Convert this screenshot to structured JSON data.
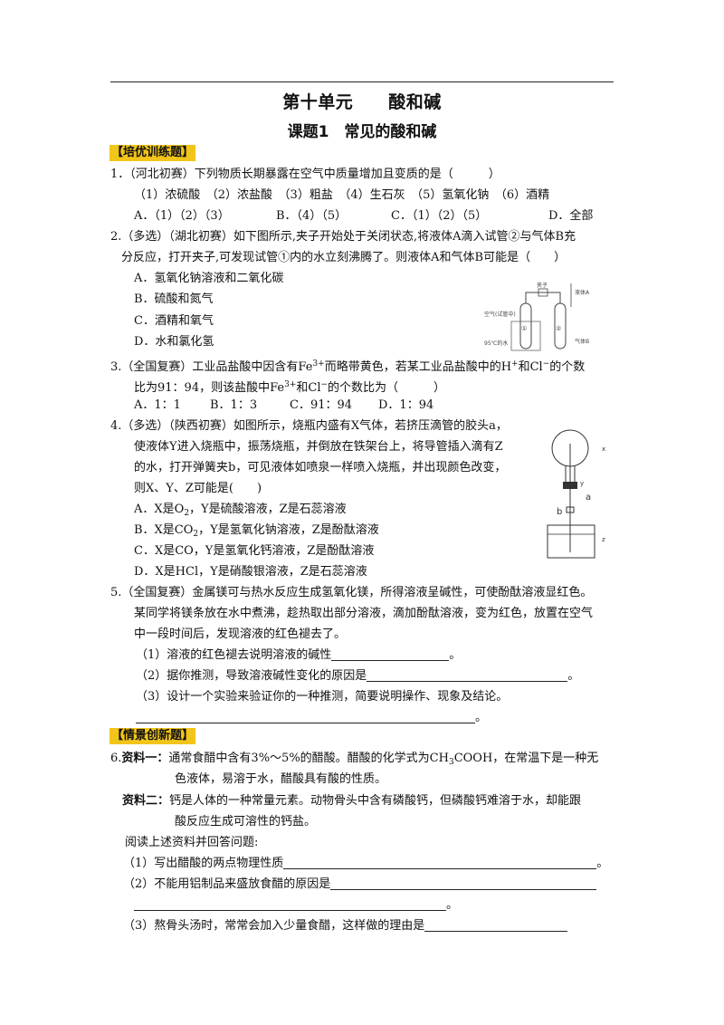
{
  "header": {
    "title": "第十单元　　酸和碱",
    "subtitle": "课题1　常见的酸和碱"
  },
  "sections": {
    "training": "【培优训练题】",
    "scenario": "【情景创新题】"
  },
  "q1": {
    "num": "1．",
    "stem": "（河北初赛）下列物质长期暴露在空气中质量增加且变质的是（　　　）",
    "items": "（1）浓硫酸　（2）浓盐酸　（3）粗盐　（4）生石灰　（5）氢氧化钠　（6）酒精",
    "a": "A．（1）（2）（3）",
    "b": "B．（4）（5）",
    "c": "C．（1）（2）（5）",
    "d": "D．全部"
  },
  "q2": {
    "num": "2.",
    "stem1": "（多选）（湖北初赛）如下图所示,夹子开始处于关闭状态,将液体A滴入试管②与气体B充",
    "stem2": "分反应，打开夹子,可发现试管①内的水立刻沸腾了。则液体A和气体B可能是（　　）",
    "a": "A．氢氧化钠溶液和二氧化碳",
    "b": "B．硫酸和氮气",
    "c": "C．酒精和氧气",
    "d": "D．水和氯化氢",
    "fig_labels": {
      "clip": "夹子",
      "liquidA": "液体A",
      "gasB": "气体B",
      "water": "95℃的水",
      "t1": "①",
      "t2": "②",
      "t1label": "空气(试管中)"
    }
  },
  "q3": {
    "num": "3.",
    "line1_a": "（全国复赛）工业品盐酸中因含有Fe",
    "line1_b": "而略带黄色，若某工业品盐酸中的H",
    "line1_c": "和Cl",
    "line1_d": "的个数",
    "sup_fe": "3+",
    "sup_h": "+",
    "sup_cl": "−",
    "line2_a": "比为91：94，则该盐酸中Fe",
    "line2_b": "和Cl",
    "line2_c": "的个数比为（　　　）",
    "a": "A．1：1",
    "b": "B．1：3",
    "c": "C．91：94",
    "d": "D．1：94"
  },
  "q4": {
    "num": "4.",
    "line1": "（多选）（陕西初赛）如图所示，烧瓶内盛有X气体，若挤压滴管的胶头a，",
    "line2": "使液体Y进入烧瓶中，振荡烧瓶，并倒放在铁架台上，将导管插入滴有Z",
    "line3": "的水，打开弹簧夹b，可见液体如喷泉一样喷入烧瓶，并出现颜色改变，",
    "line4": "则X、Y、Z可能是(　　)",
    "a_pre": "A．X是O",
    "a_post": "，Y是硫酸溶液，Z是石蕊溶液",
    "b_pre": "B．X是CO",
    "b_post": "，Y是氢氧化钠溶液，Z是酚酞溶液",
    "c": "C．X是CO，Y是氢氧化钙溶液，Z是酚酞溶液",
    "d": "D．X是HCl，Y是硝酸银溶液，Z是石蕊溶液",
    "sub2": "2",
    "fig_labels": {
      "x": "x",
      "y": "y",
      "a": "a",
      "b": "b",
      "z": "z"
    }
  },
  "q5": {
    "num": "5.",
    "line1": "（全国复赛）金属镁可与热水反应生成氢氧化镁，所得溶液呈碱性，可使酚酞溶液显红色。",
    "line2": "某同学将镁条放在水中煮沸，趁热取出部分溶液，滴加酚酞溶液，变为红色，放置在空气",
    "line3": "中一段时间后，发现溶液的红色褪去了。",
    "p1": "（1）溶液的红色褪去说明溶液的碱性",
    "p2": "（2）据你推测，导致溶液碱性变化的原因是",
    "p3": "（3）设计一个实验来验证你的一种推测，简要说明操作、现象及结论。",
    "end": "。"
  },
  "q6": {
    "num": "6.",
    "m1_label": "资料一：",
    "m1_line1_a": "通常食醋中含有3%～5%的醋酸。醋酸的化学式为CH",
    "m1_line1_b": "COOH，在常温下是一种无",
    "sub3": "3",
    "m1_line2": "色液体，易溶于水，醋酸具有酸的性质。",
    "m2_label": "资料二：",
    "m2_line1": "钙是人体的一种常量元素。动物骨头中含有磷酸钙，但磷酸钙难溶于水，却能跟",
    "m2_line2": "酸反应生成可溶性的钙盐。",
    "instr": "阅读上述资料并回答问题:",
    "p1": "（1）写出醋酸的两点物理性质",
    "p2": "（2）不能用铝制品来盛放食醋的原因是",
    "p3": "（3）熬骨头汤时，常常会加入少量食醋，这样做的理由是",
    "end": "。"
  }
}
